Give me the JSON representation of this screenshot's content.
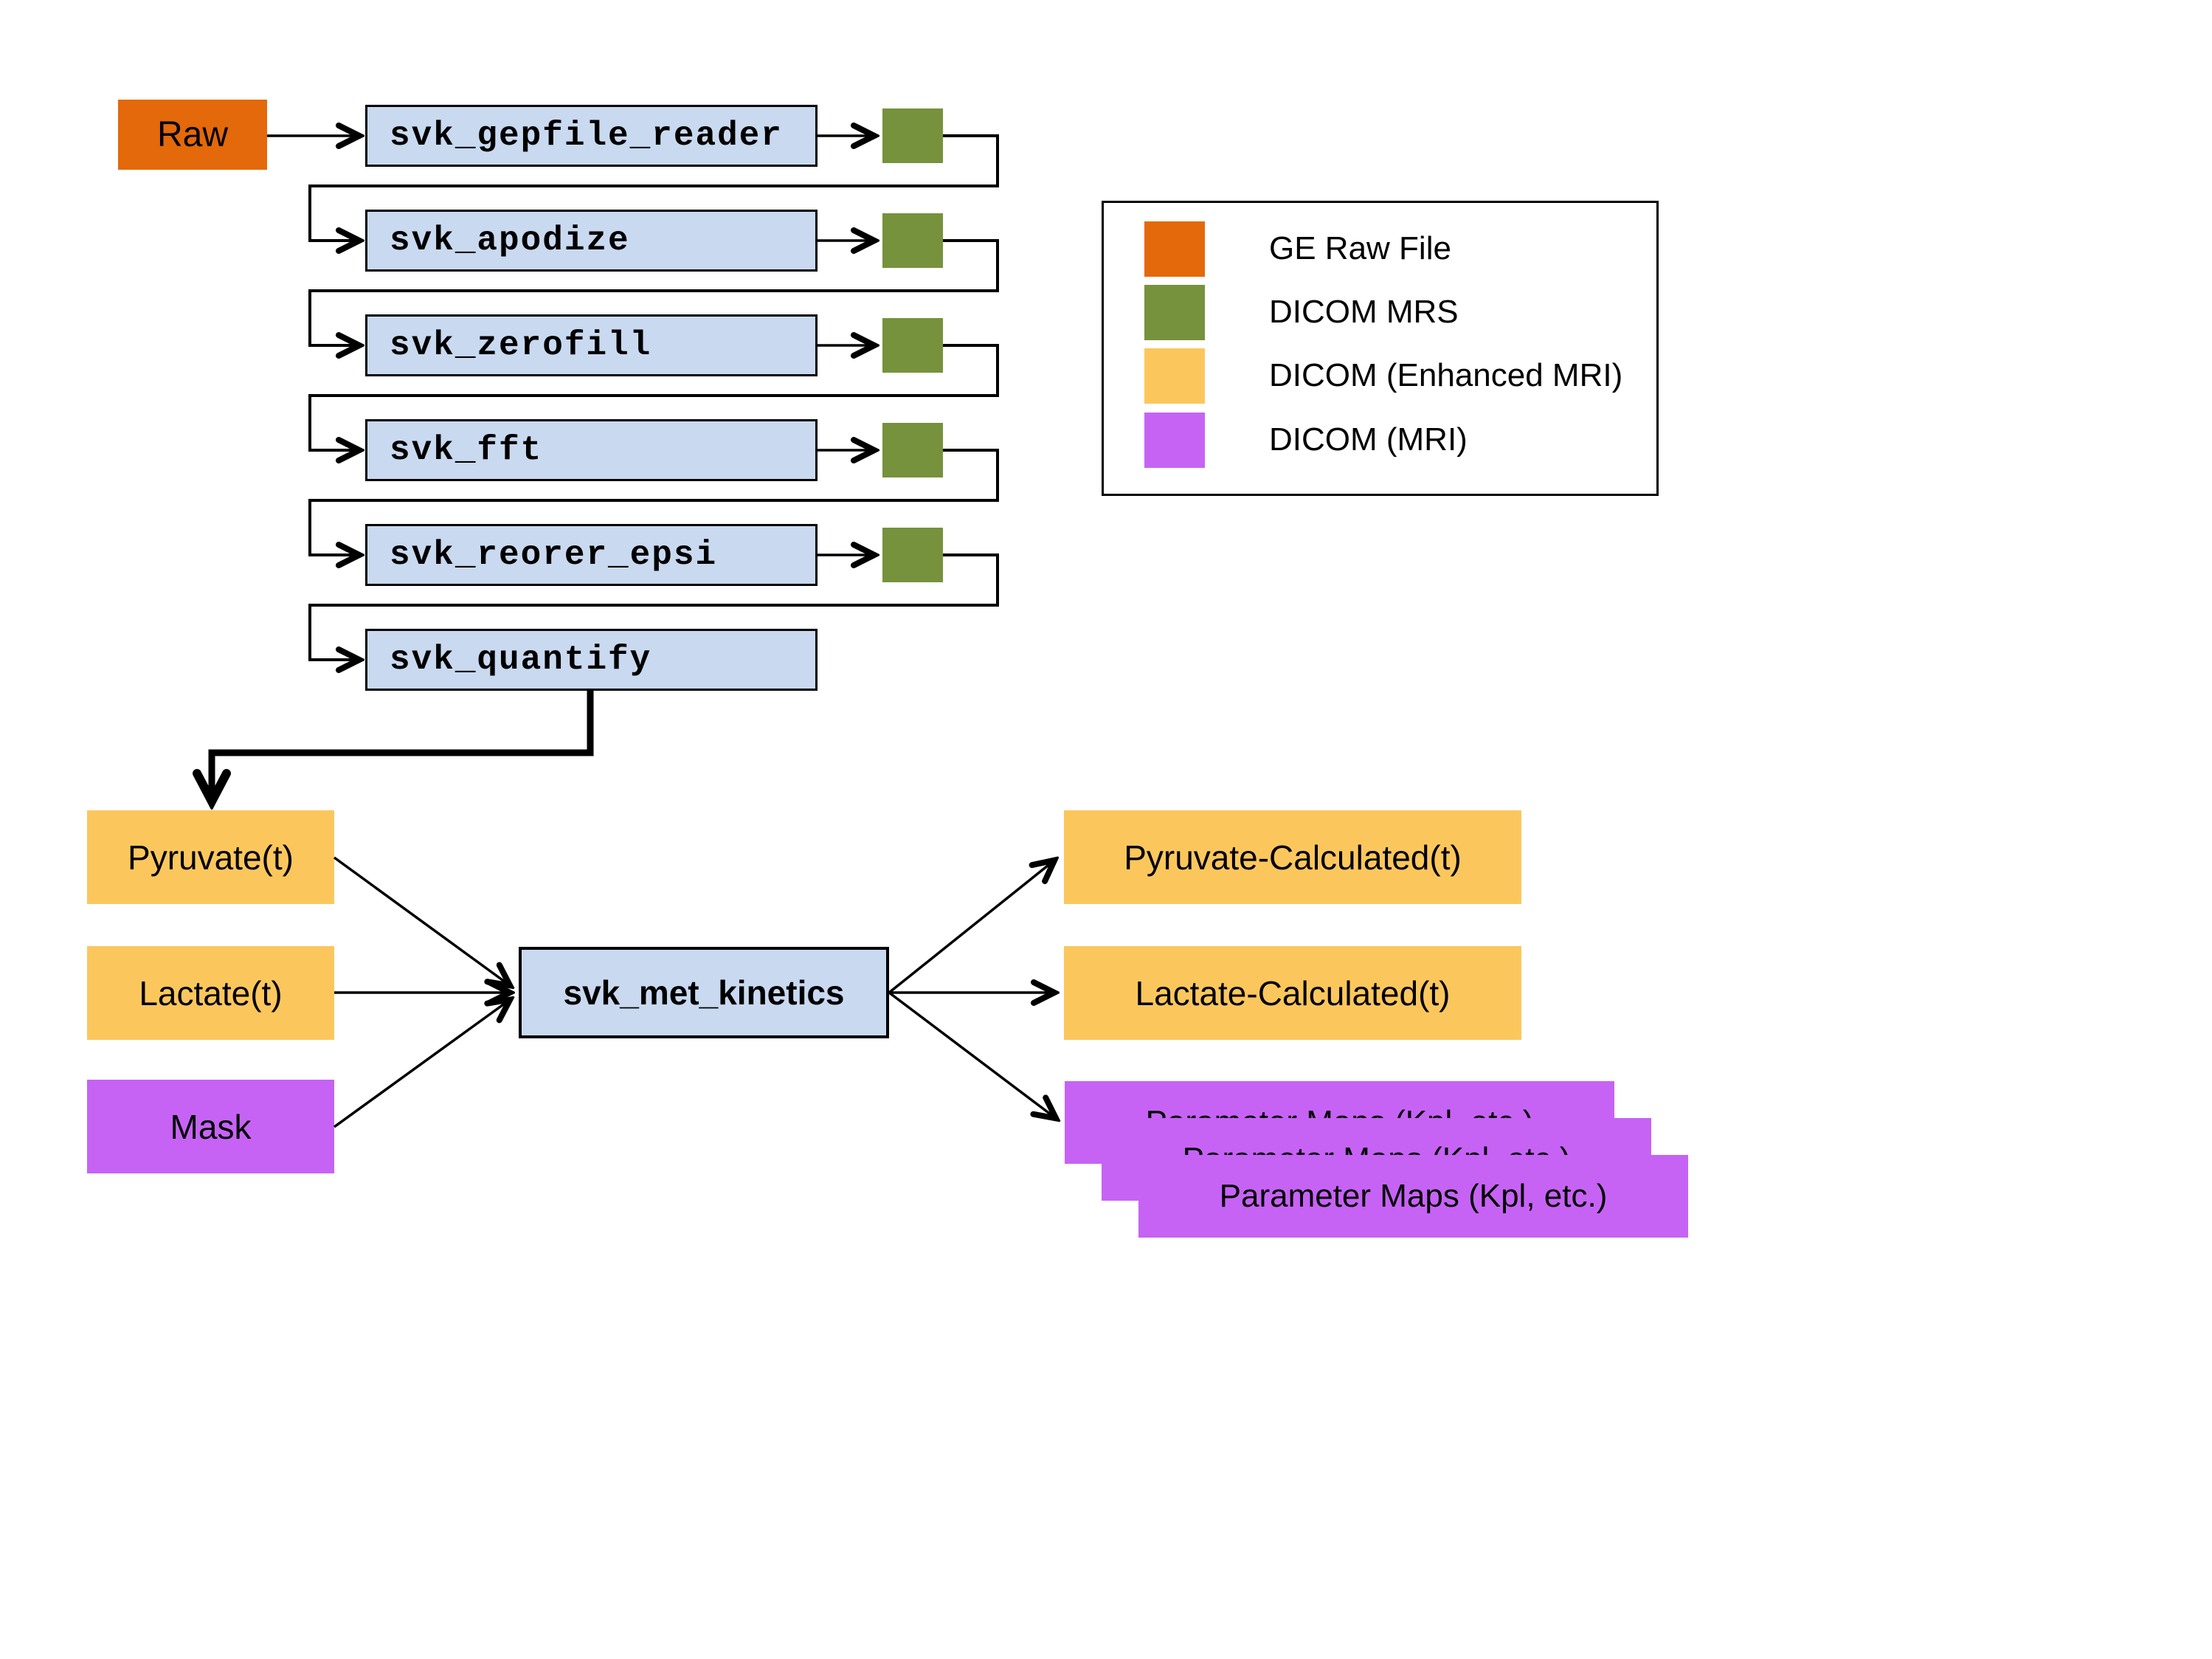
{
  "pipeline": {
    "input_label": "Raw",
    "stages": [
      "svk_gepfile_reader",
      "svk_apodize",
      "svk_zerofill",
      "svk_fft",
      "svk_reorer_epsi",
      "svk_quantify"
    ]
  },
  "kinetics": {
    "label": "svk_met_kinetics",
    "inputs": [
      "Pyruvate(t)",
      "Lactate(t)",
      "Mask"
    ],
    "outputs": [
      "Pyruvate-Calculated(t)",
      "Lactate-Calculated(t)"
    ],
    "stacked_output_label": "Parameter Maps (Kpl, etc.)",
    "stacked_output_count": 3
  },
  "legend": {
    "items": [
      {
        "label": "GE Raw File",
        "color": "#E3690B"
      },
      {
        "label": "DICOM MRS",
        "color": "#76923C"
      },
      {
        "label": "DICOM (Enhanced MRI)",
        "color": "#FBC75D"
      },
      {
        "label": "DICOM (MRI)",
        "color": "#C663F5"
      }
    ]
  },
  "colors": {
    "process_box_fill": "#C9D9F0",
    "process_box_border": "#000000",
    "ge_raw_file": "#E3690B",
    "dicom_mrs": "#76923C",
    "dicom_enhanced_mri": "#FBC75D",
    "dicom_mri": "#C663F5",
    "connector": "#000000",
    "background": "#FFFFFF"
  }
}
